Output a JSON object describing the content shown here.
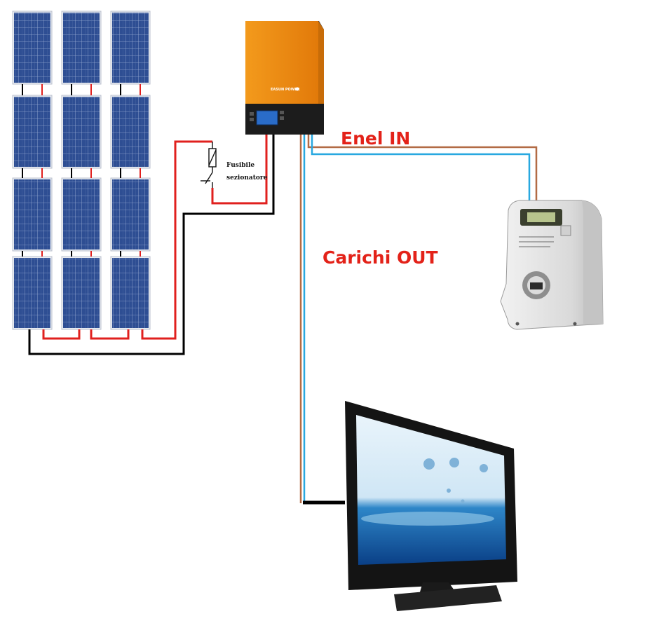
{
  "labels": {
    "grid_in": "Enel IN",
    "loads_out": "Carichi OUT",
    "fuse": "Fusibile",
    "disconnector": "sezionatore"
  },
  "inverter": {
    "brand": "EASUN POWER"
  },
  "colors": {
    "label_red": "#e32219",
    "wire_red": "#e0201e",
    "wire_black": "#000000",
    "wire_brown": "#b26b45",
    "wire_blue": "#28a8e0",
    "inverter_orange": "#f08a12",
    "panel_blue": "#2c4b8f"
  },
  "panel_array": {
    "rows": 4,
    "columns": 3
  },
  "icons": [
    "solar-panel-icon",
    "inverter-icon",
    "fuse-disconnector-icon",
    "energy-meter-icon",
    "television-icon"
  ]
}
